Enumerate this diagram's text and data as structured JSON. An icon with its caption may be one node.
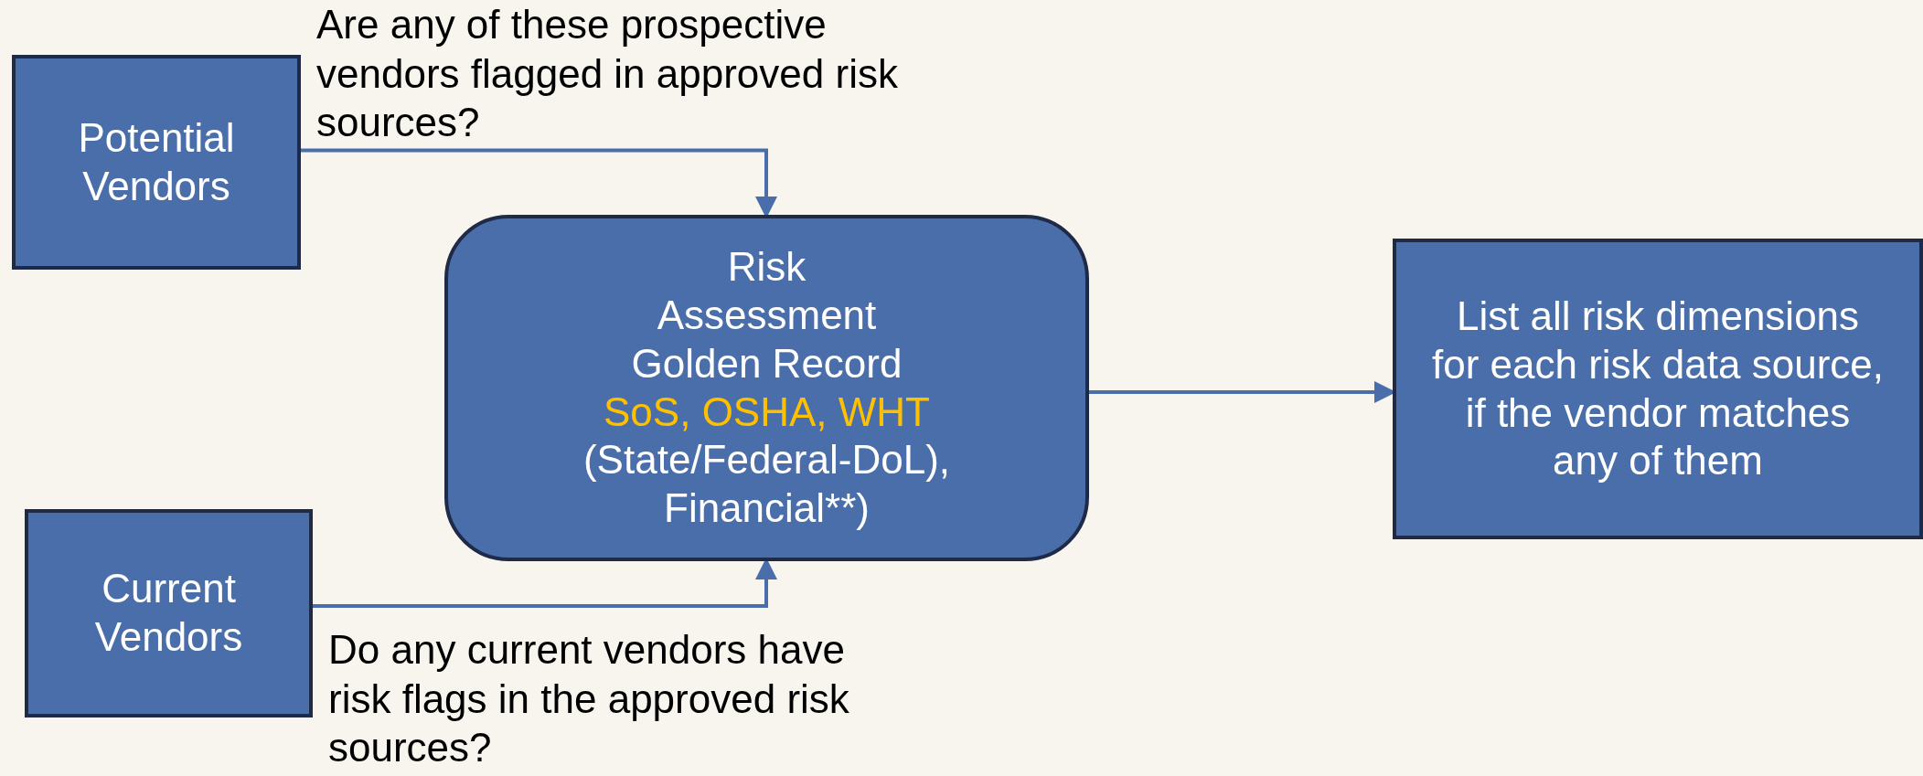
{
  "diagram": {
    "nodes": [
      {
        "text": [
          "Potential Vendors"
        ]
      },
      {
        "text": [
          "Risk Assessment Golden Record",
          "SoS, OSHA, WHT",
          "(State/Federal-DoL), Financial**)"
        ]
      },
      {
        "text": [
          "List all risk dimensions for each risk data source, if the vendor matches any of them"
        ]
      },
      {
        "text": [
          "Current Vendors"
        ]
      }
    ],
    "edges": [
      {
        "from": 0,
        "to": 1,
        "arrow": "to",
        "label": "Are any of these prospective vendors flagged in approved risk sources?"
      },
      {
        "from": 3,
        "to": 1,
        "arrow": "to",
        "label": "Do any current vendors have risk flags in the approved risk sources?"
      },
      {
        "from": 1,
        "to": 2,
        "arrow": "to"
      }
    ]
  }
}
